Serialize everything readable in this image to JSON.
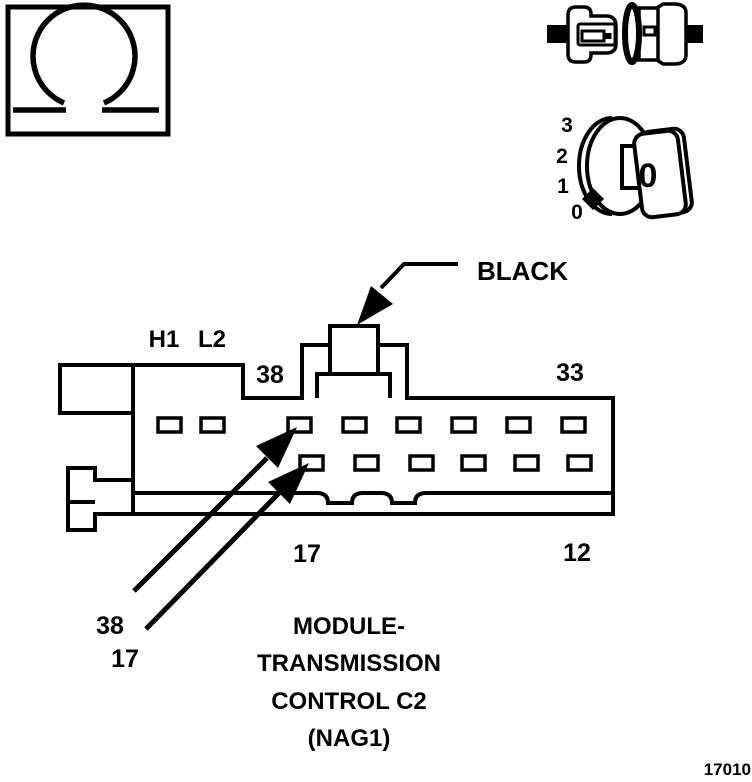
{
  "figure": {
    "number": "17010"
  },
  "colors": {
    "ink": "#000000",
    "paper": "#ffffff"
  },
  "symbols": {
    "dial": {
      "ticks": [
        "3",
        "2",
        "1",
        "0"
      ],
      "face_label": "0"
    }
  },
  "connector": {
    "color_callout": "BLACK",
    "labels": {
      "h1": "H1",
      "l2": "L2",
      "pin_38_top": "38",
      "pin_33": "33",
      "pin_17_bottom": "17",
      "pin_12": "12"
    },
    "callouts": {
      "pin_38": "38",
      "pin_17": "17"
    },
    "pin_slots": {
      "top_row": 8,
      "bottom_row": 6
    },
    "caption": {
      "line1": "MODULE-",
      "line2": "TRANSMISSION",
      "line3": "CONTROL C2",
      "line4": "(NAG1)"
    }
  }
}
